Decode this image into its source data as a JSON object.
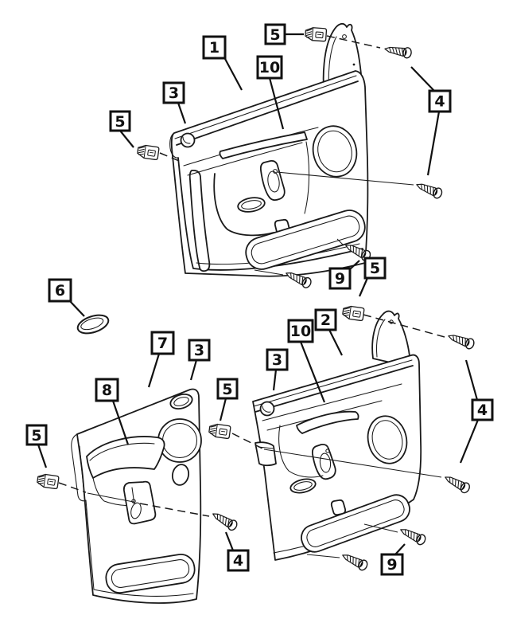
{
  "diagram": {
    "type": "exploded-parts-diagram",
    "subject": "door-trim-panels",
    "background_color": "#ffffff",
    "line_color": "#1a1a1a"
  },
  "callouts": [
    {
      "label": "1",
      "part": "front-door-trim-panel-upper"
    },
    {
      "label": "5",
      "part": "retainer-clip-top"
    },
    {
      "label": "10",
      "part": "pull-handle-upper"
    },
    {
      "label": "3",
      "part": "panel-cap-upper"
    },
    {
      "label": "5",
      "part": "retainer-clip-left"
    },
    {
      "label": "4",
      "part": "screws-upper-right"
    },
    {
      "label": "9",
      "part": "screws-upper-bottom"
    },
    {
      "label": "5",
      "part": "retainer-clip-middle"
    },
    {
      "label": "6",
      "part": "grommet"
    },
    {
      "label": "7",
      "part": "rear-door-trim-panel"
    },
    {
      "label": "3",
      "part": "panel-cap-rear"
    },
    {
      "label": "8",
      "part": "armrest"
    },
    {
      "label": "5",
      "part": "retainer-clip-center"
    },
    {
      "label": "5",
      "part": "retainer-clip-lower-left"
    },
    {
      "label": "2",
      "part": "front-door-trim-panel-lower"
    },
    {
      "label": "10",
      "part": "pull-handle-lower"
    },
    {
      "label": "3",
      "part": "panel-cap-lower"
    },
    {
      "label": "4",
      "part": "screws-lower-right"
    },
    {
      "label": "9",
      "part": "screws-lower-bottom"
    },
    {
      "label": "4",
      "part": "screw-rear-bottom"
    }
  ]
}
